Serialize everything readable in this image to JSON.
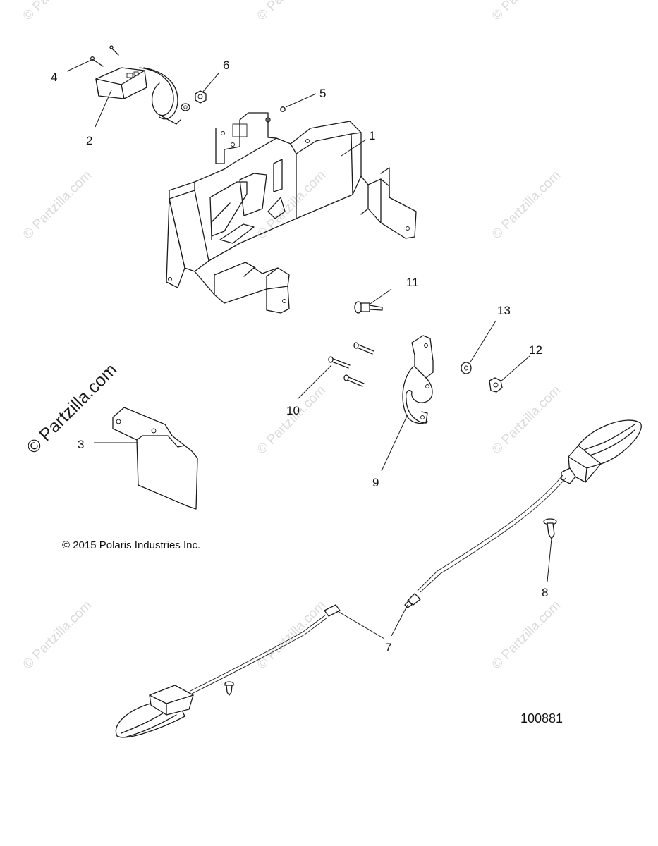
{
  "watermark": {
    "text": "© Partzilla.com",
    "big_text": "© Partzilla.com",
    "color": "#dcdcdc"
  },
  "copyright": "© 2015 Polaris Industries Inc.",
  "diagram_id": "100881",
  "callouts": {
    "c1": "1",
    "c2": "2",
    "c3": "3",
    "c4": "4",
    "c5": "5",
    "c6": "6",
    "c7": "7",
    "c8": "8",
    "c9": "9",
    "c10": "10",
    "c11": "11",
    "c12": "12",
    "c13": "13"
  }
}
